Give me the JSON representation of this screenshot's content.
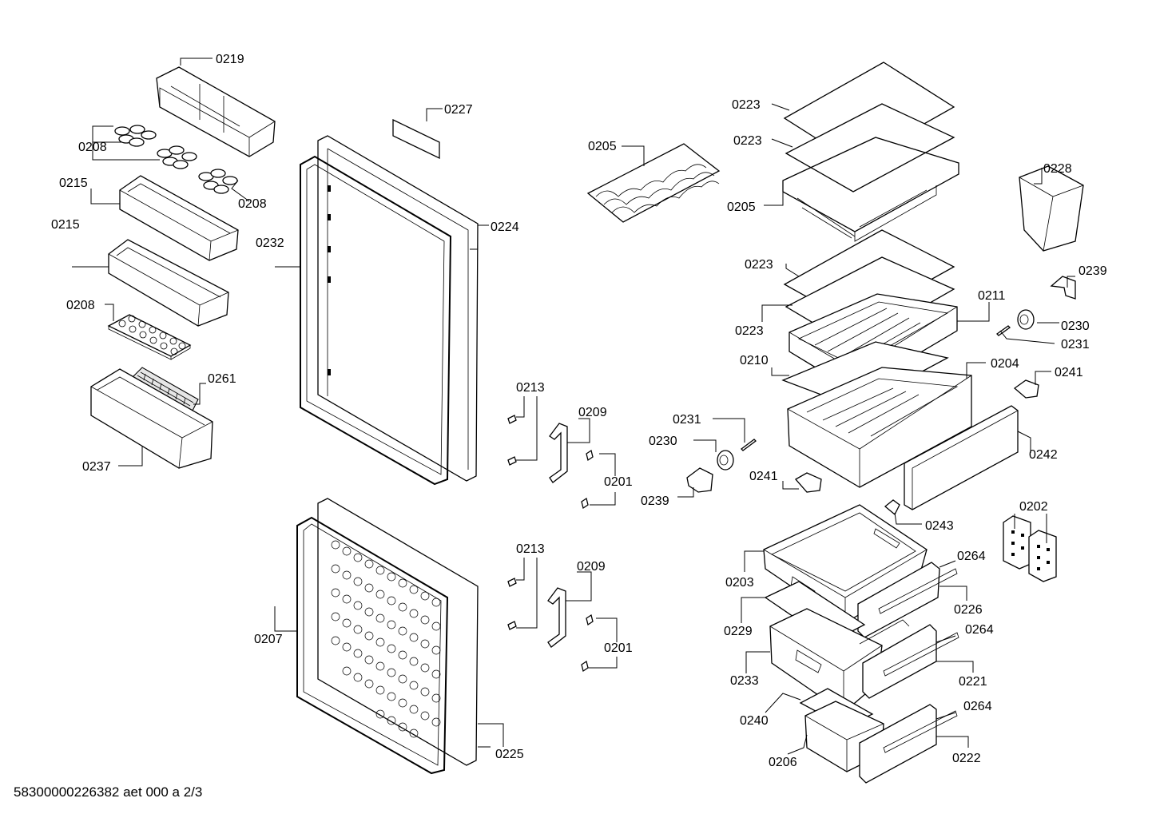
{
  "diagram": {
    "footer": "58300000226382 aet 000 a 2/3",
    "callouts": [
      {
        "id": "c-0219",
        "text": "0219"
      },
      {
        "id": "c-0208-a",
        "text": "0208"
      },
      {
        "id": "c-0208-b",
        "text": "0208"
      },
      {
        "id": "c-0215-a",
        "text": "0215"
      },
      {
        "id": "c-0215-b",
        "text": "0215"
      },
      {
        "id": "c-0208-c",
        "text": "0208"
      },
      {
        "id": "c-0261",
        "text": "0261"
      },
      {
        "id": "c-0237",
        "text": "0237"
      },
      {
        "id": "c-0227",
        "text": "0227"
      },
      {
        "id": "c-0232",
        "text": "0232"
      },
      {
        "id": "c-0224",
        "text": "0224"
      },
      {
        "id": "c-0213-a",
        "text": "0213"
      },
      {
        "id": "c-0209-a",
        "text": "0209"
      },
      {
        "id": "c-0201-a",
        "text": "0201"
      },
      {
        "id": "c-0207",
        "text": "0207"
      },
      {
        "id": "c-0225",
        "text": "0225"
      },
      {
        "id": "c-0213-b",
        "text": "0213"
      },
      {
        "id": "c-0209-b",
        "text": "0209"
      },
      {
        "id": "c-0201-b",
        "text": "0201"
      },
      {
        "id": "c-0205-a",
        "text": "0205"
      },
      {
        "id": "c-0231-a",
        "text": "0231"
      },
      {
        "id": "c-0230-a",
        "text": "0230"
      },
      {
        "id": "c-0241-a",
        "text": "0241"
      },
      {
        "id": "c-0239-a",
        "text": "0239"
      },
      {
        "id": "c-0223-a",
        "text": "0223"
      },
      {
        "id": "c-0223-b",
        "text": "0223"
      },
      {
        "id": "c-0205-b",
        "text": "0205"
      },
      {
        "id": "c-0228",
        "text": "0228"
      },
      {
        "id": "c-0223-c",
        "text": "0223"
      },
      {
        "id": "c-0239-b",
        "text": "0239"
      },
      {
        "id": "c-0211",
        "text": "0211"
      },
      {
        "id": "c-0223-d",
        "text": "0223"
      },
      {
        "id": "c-0230-b",
        "text": "0230"
      },
      {
        "id": "c-0231-b",
        "text": "0231"
      },
      {
        "id": "c-0210",
        "text": "0210"
      },
      {
        "id": "c-0204",
        "text": "0204"
      },
      {
        "id": "c-0241-b",
        "text": "0241"
      },
      {
        "id": "c-0242",
        "text": "0242"
      },
      {
        "id": "c-0243",
        "text": "0243"
      },
      {
        "id": "c-0202",
        "text": "0202"
      },
      {
        "id": "c-0264-a",
        "text": "0264"
      },
      {
        "id": "c-0203",
        "text": "0203"
      },
      {
        "id": "c-0226",
        "text": "0226"
      },
      {
        "id": "c-0229",
        "text": "0229"
      },
      {
        "id": "c-0264-b",
        "text": "0264"
      },
      {
        "id": "c-0233",
        "text": "0233"
      },
      {
        "id": "c-0221",
        "text": "0221"
      },
      {
        "id": "c-0240",
        "text": "0240"
      },
      {
        "id": "c-0264-c",
        "text": "0264"
      },
      {
        "id": "c-0206",
        "text": "0206"
      },
      {
        "id": "c-0222",
        "text": "0222"
      }
    ]
  }
}
